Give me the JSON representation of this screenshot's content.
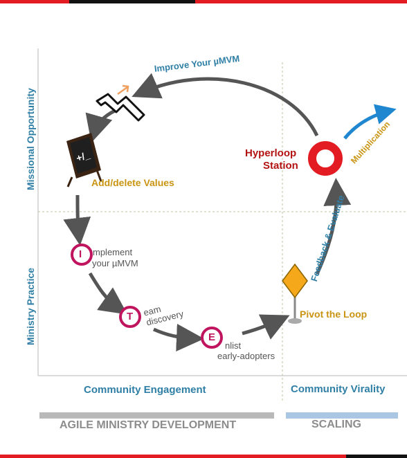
{
  "colors": {
    "accent_red": "#e31b23",
    "axis_blue": "#2f7fa6",
    "gold": "#c99411",
    "agile_band": "#b9b9b9",
    "scaling_band": "#a9c7e2"
  },
  "axes": {
    "y_top": "Missional Opportunity",
    "y_bottom": "Ministry Practice",
    "x_left": "Community Engagement",
    "x_right": "Community Virality"
  },
  "steps": {
    "improve": "Improve Your µMVM",
    "add_delete": "Add/delete Values",
    "implement_letter": "I",
    "implement_line1": "mplement",
    "implement_line2": "your µMVM",
    "team_letter": "T",
    "team_line1": "eam",
    "team_line2": "discovery",
    "enlist_letter": "E",
    "enlist_line1": "nlist",
    "enlist_line2": "early-adopters",
    "pivot": "Pivot the Loop",
    "feedback": "Feedback & Evaluate",
    "multiplication": "Multiplication",
    "hyperloop_line1": "Hyperloop",
    "hyperloop_line2": "Station",
    "chalkboard": "+/_"
  },
  "bands": {
    "agile": "AGILE MINISTRY DEVELOPMENT",
    "scaling": "SCALING"
  }
}
